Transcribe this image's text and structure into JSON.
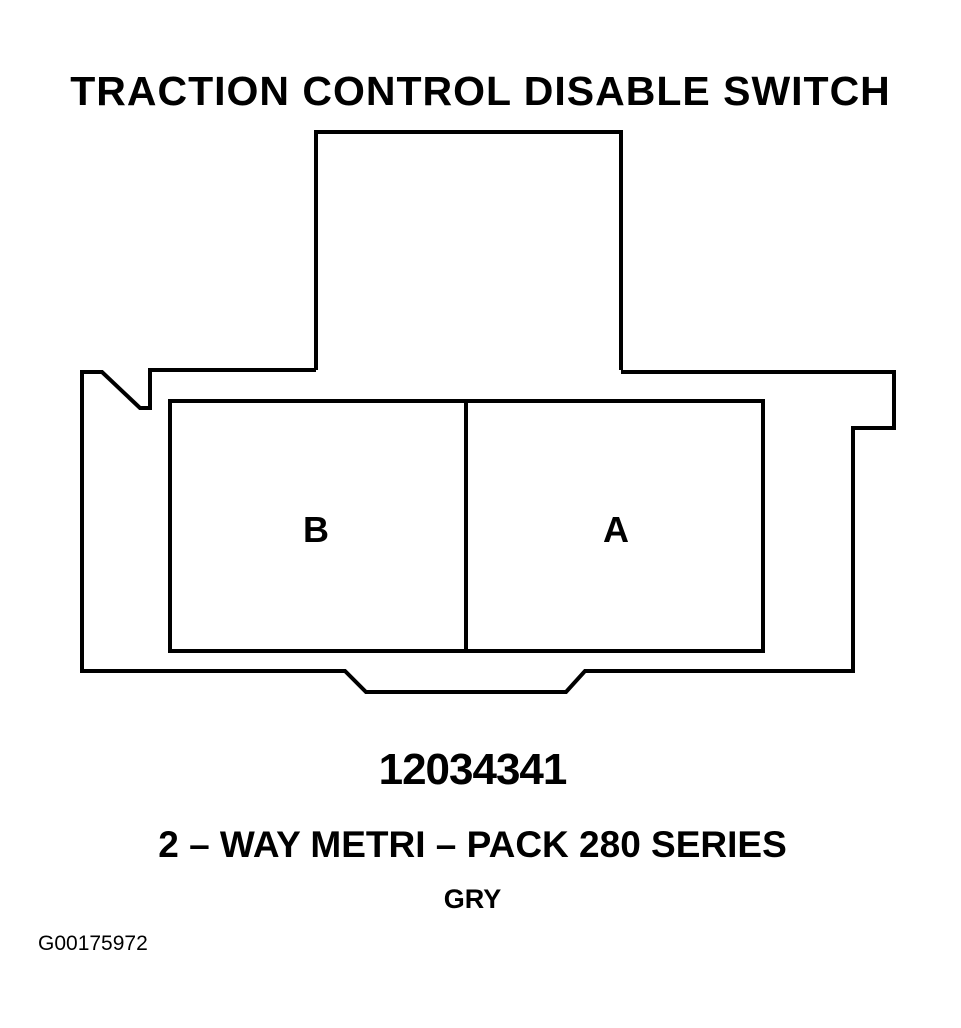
{
  "diagram": {
    "title": "TRACTION CONTROL DISABLE SWITCH",
    "cavities": [
      {
        "label": "B"
      },
      {
        "label": "A"
      }
    ],
    "part_number": "12034341",
    "series": "2 – WAY METRI – PACK 280 SERIES",
    "color": "GRY",
    "figure_id": "G00175972"
  },
  "colors": {
    "line": "#000000",
    "background": "#ffffff"
  }
}
